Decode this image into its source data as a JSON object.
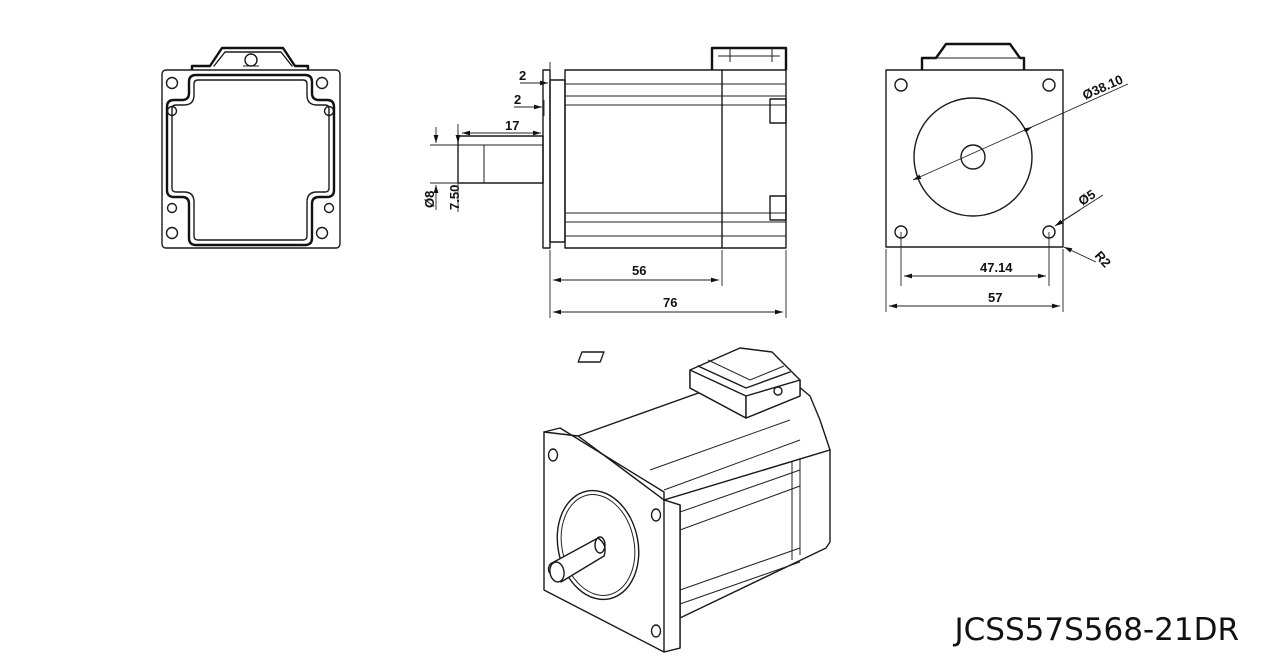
{
  "model": "JCSS57S568-21DR",
  "dimensions": {
    "flange_thickness_outer": "2",
    "flange_thickness_inner": "2",
    "shaft_length": "17",
    "shaft_diameter": "Ø8",
    "shaft_flat": "7.50",
    "body_length": "56",
    "total_length": "76",
    "pilot_diameter": "Ø38.10",
    "hole_diameter": "Ø5",
    "corner_radius": "R2",
    "hole_spacing": "47.14",
    "flange_width": "57"
  }
}
